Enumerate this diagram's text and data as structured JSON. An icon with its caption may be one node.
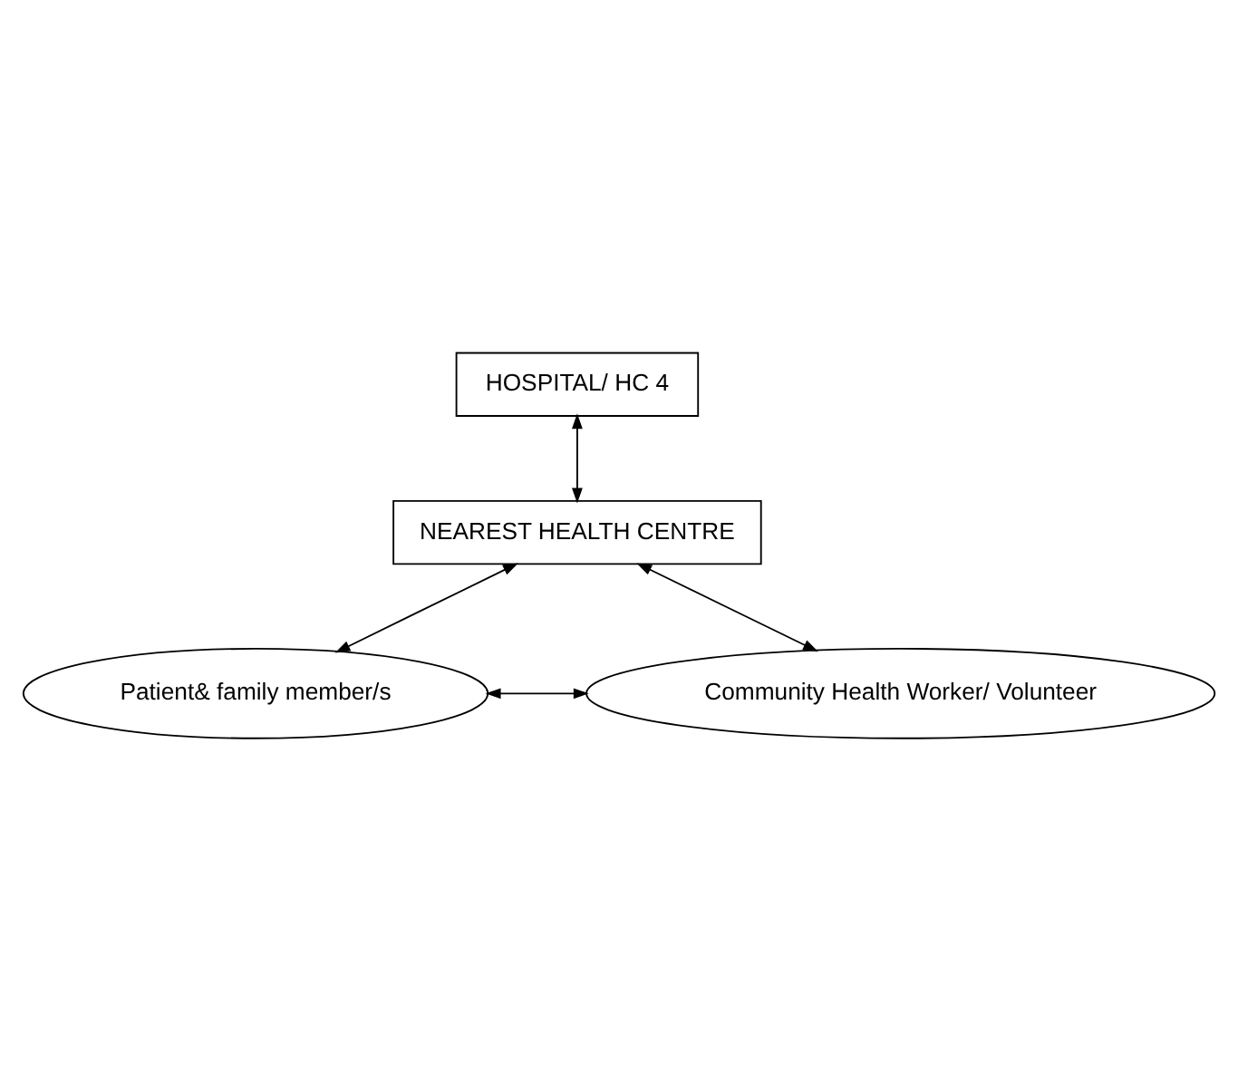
{
  "diagram": {
    "nodes": [
      {
        "text": [
          "HOSPITAL/ HC 4"
        ]
      },
      {
        "text": [
          "NEAREST HEALTH CENTRE"
        ]
      },
      {
        "text": [
          "Patient& family member/s"
        ]
      },
      {
        "text": [
          "Community Health Worker/ Volunteer"
        ]
      }
    ],
    "edges": [
      {
        "from": 0,
        "to": 1,
        "arrow": "both"
      },
      {
        "from": 1,
        "to": 2,
        "arrow": "both"
      },
      {
        "from": 1,
        "to": 3,
        "arrow": "both"
      },
      {
        "from": 3,
        "to": 2,
        "arrow": "both"
      }
    ]
  }
}
